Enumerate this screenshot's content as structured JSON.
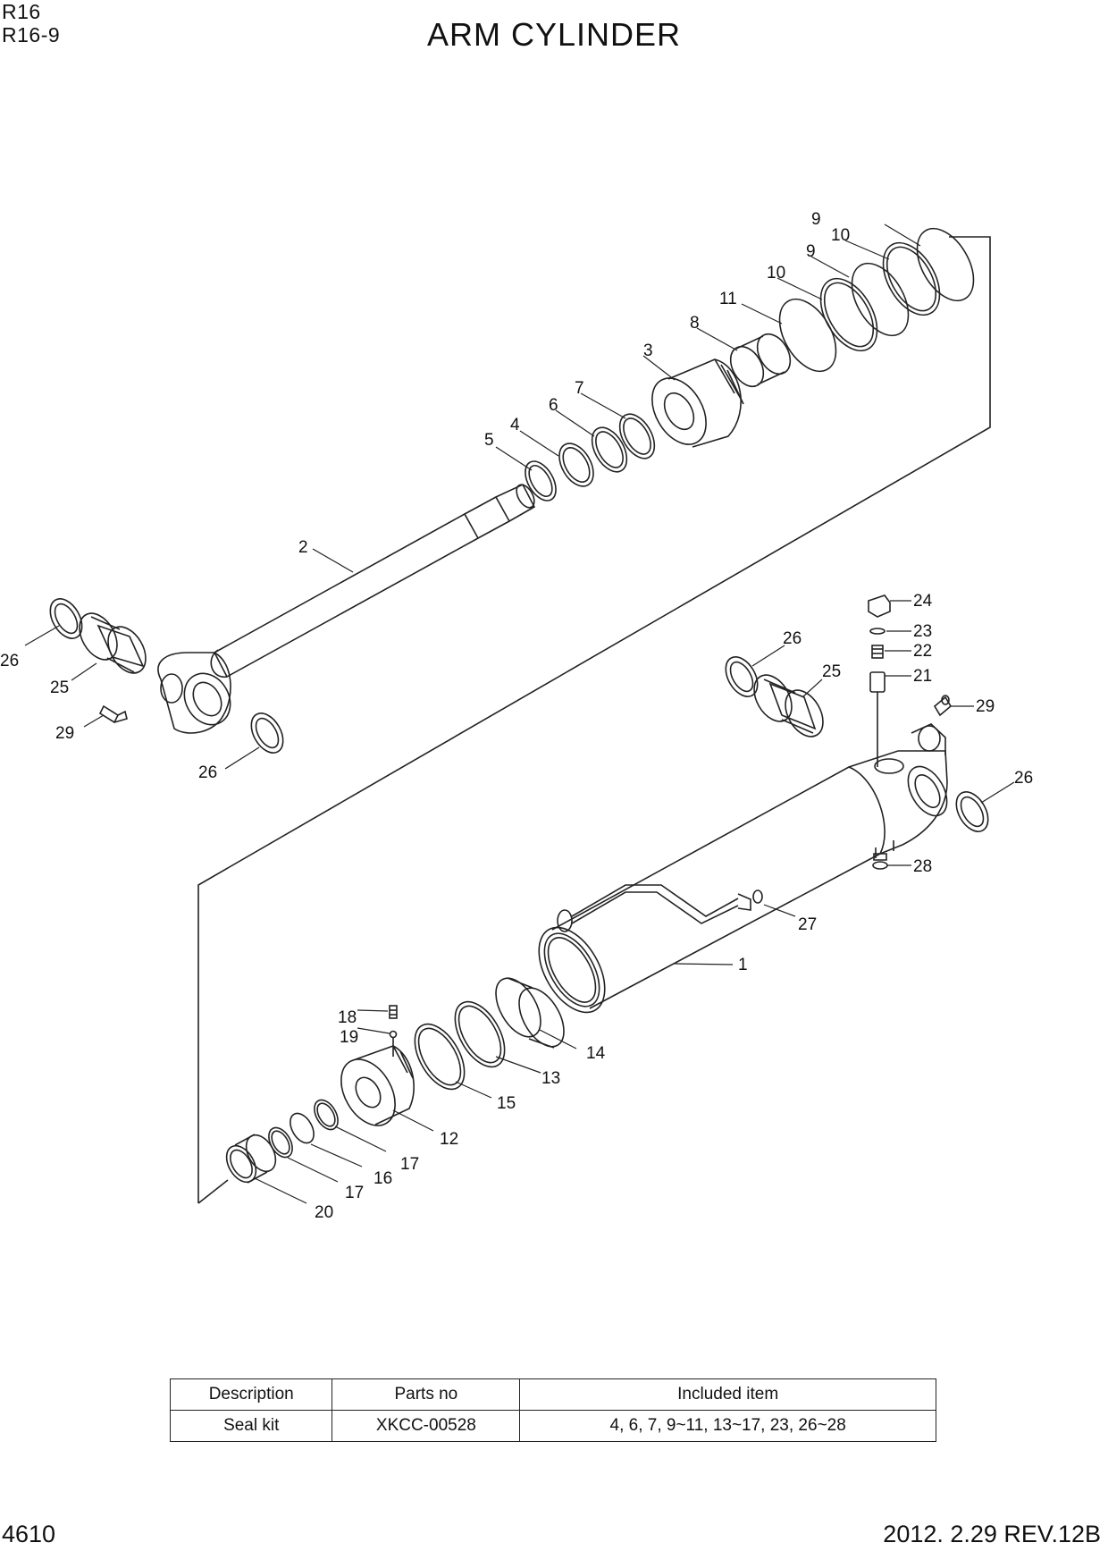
{
  "header": {
    "model": "R16",
    "page_ref": "R16-9",
    "title": "ARM CYLINDER"
  },
  "footer": {
    "page_number": "4610",
    "revision": "2012. 2.29 REV.12B"
  },
  "callouts": [
    "1",
    "2",
    "3",
    "4",
    "5",
    "6",
    "7",
    "8",
    "9",
    "9",
    "10",
    "10",
    "11",
    "12",
    "13",
    "14",
    "15",
    "16",
    "17",
    "17",
    "18",
    "19",
    "20",
    "21",
    "22",
    "23",
    "24",
    "25",
    "25",
    "26",
    "26",
    "26",
    "26",
    "27",
    "28",
    "29",
    "29"
  ],
  "kit_table": {
    "headers": [
      "Description",
      "Parts no",
      "Included item"
    ],
    "rows": [
      [
        "Seal kit",
        "XKCC-00528",
        "4, 6, 7, 9~11, 13~17, 23, 26~28"
      ]
    ]
  },
  "colors": {
    "line": "#222222",
    "background": "#ffffff"
  }
}
